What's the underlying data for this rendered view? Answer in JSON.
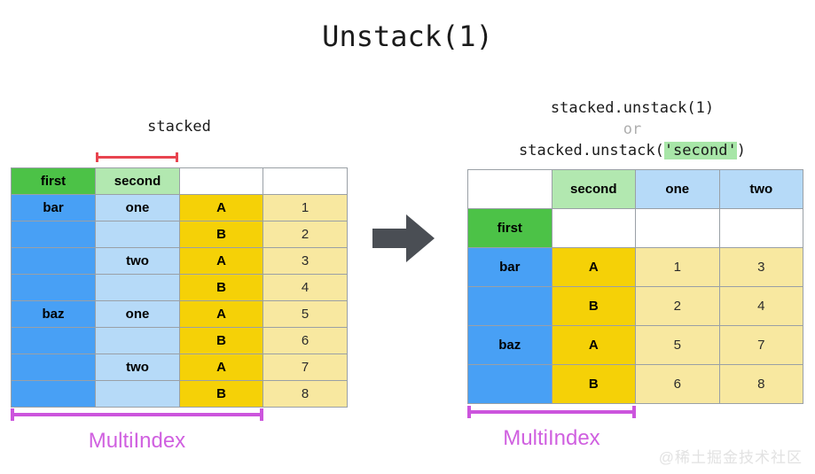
{
  "title": "Unstack(1)",
  "left": {
    "caption": "stacked",
    "red_bracket_color": "#e8444f",
    "headers": [
      "first",
      "second",
      "",
      ""
    ],
    "rows": [
      {
        "first": "bar",
        "second": "one",
        "ab": "A",
        "value": "1"
      },
      {
        "first": "",
        "second": "",
        "ab": "B",
        "value": "2"
      },
      {
        "first": "",
        "second": "two",
        "ab": "A",
        "value": "3"
      },
      {
        "first": "",
        "second": "",
        "ab": "B",
        "value": "4"
      },
      {
        "first": "baz",
        "second": "one",
        "ab": "A",
        "value": "5"
      },
      {
        "first": "",
        "second": "",
        "ab": "B",
        "value": "6"
      },
      {
        "first": "",
        "second": "two",
        "ab": "A",
        "value": "7"
      },
      {
        "first": "",
        "second": "",
        "ab": "B",
        "value": "8"
      }
    ],
    "multiindex_label": "MultiIndex"
  },
  "arrow": {
    "name": "right-arrow",
    "color": "#4a4e54"
  },
  "right": {
    "code_line1": "stacked.unstack(1)",
    "code_or": "or",
    "code_line3_prefix": "stacked.unstack(",
    "code_line3_arg": "'second'",
    "code_line3_suffix": ")",
    "header_row": [
      "",
      "second",
      "one",
      "two"
    ],
    "second_row": [
      "first",
      "",
      "",
      ""
    ],
    "rows": [
      {
        "first": "bar",
        "ab": "A",
        "one": "1",
        "two": "3"
      },
      {
        "first": "",
        "ab": "B",
        "one": "2",
        "two": "4"
      },
      {
        "first": "baz",
        "ab": "A",
        "one": "5",
        "two": "7"
      },
      {
        "first": "",
        "ab": "B",
        "one": "6",
        "two": "8"
      }
    ],
    "multiindex_label": "MultiIndex"
  },
  "watermark": "@稀土掘金技术社区",
  "colors": {
    "green_header": "#4cc247",
    "light_green_header": "#b2e8b0",
    "blue_index": "#48a0f5",
    "light_blue_index": "#b6daf8",
    "gold_index": "#f5d107",
    "pale_yellow_value": "#f8e8a0",
    "purple_bracket": "#cc55dd",
    "red_bracket": "#e8444f",
    "arrow_gray": "#4a4e54",
    "code_or_gray": "#aeaeae",
    "highlight_green": "#a8e6a8"
  }
}
